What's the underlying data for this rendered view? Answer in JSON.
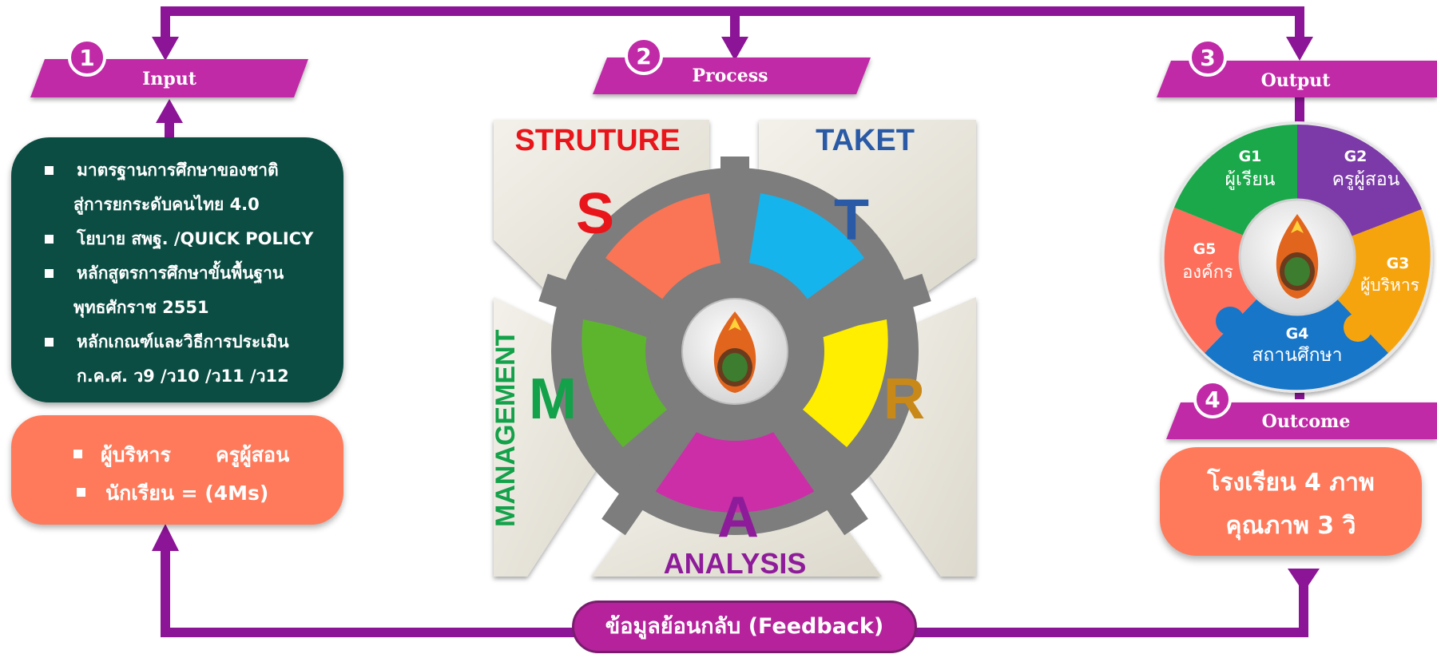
{
  "steps": [
    {
      "number": "1",
      "label": "Input"
    },
    {
      "number": "2",
      "label": "Process"
    },
    {
      "number": "3",
      "label": "Output"
    },
    {
      "number": "4",
      "label": "Outcome"
    }
  ],
  "input_items": [
    "มาตรฐานการศึกษาของชาติ",
    "สู่การยกระดับคนไทย 4.0",
    "โยบาย สพฐ. /QUICK POLICY",
    "หลักสูตรการศึกษาขั้นพื้นฐาน",
    "พุทธศักราช 2551",
    "หลักเกณฑ์และวิธีการประเมิน",
    "ก.ค.ศ. ว9 /ว10 /ว11 /ว12"
  ],
  "resources": {
    "line1a": "ผู้บริหาร",
    "line1b": "ครูผู้สอน",
    "line2": "นักเรียน = (4Ms)"
  },
  "strategy": {
    "s": {
      "letter": "S",
      "word": "STRUTURE"
    },
    "t": {
      "letter": "T",
      "word": "TAKET"
    },
    "r": {
      "letter": "R",
      "word": ""
    },
    "a": {
      "letter": "A",
      "word": "ANALYSIS"
    },
    "m": {
      "letter": "M",
      "word": "MANAGEMENT"
    }
  },
  "output_groups": [
    {
      "code": "G1",
      "name": "ผู้เรียน",
      "color": "#1aa84a"
    },
    {
      "code": "G2",
      "name": "ครูผู้สอน",
      "color": "#7b3aa7"
    },
    {
      "code": "G3",
      "name": "ผู้บริหาร",
      "color": "#f6a40d"
    },
    {
      "code": "G4",
      "name": "สถานศึกษา",
      "color": "#1876c8"
    },
    {
      "code": "G5",
      "name": "องค์กร",
      "color": "#fd6f5a"
    }
  ],
  "outcome": {
    "line1": "โรงเรียน 4 ภาพ",
    "line2": "คุณภาพ 3 วิ"
  },
  "feedback": "ข้อมูลย้อนกลับ (Feedback)",
  "colors": {
    "arrow": "#8c1496",
    "banner": "#c02aa6",
    "input_box": "#0b4d43",
    "coral": "#fe7a5b",
    "panel": "#ece9df"
  }
}
